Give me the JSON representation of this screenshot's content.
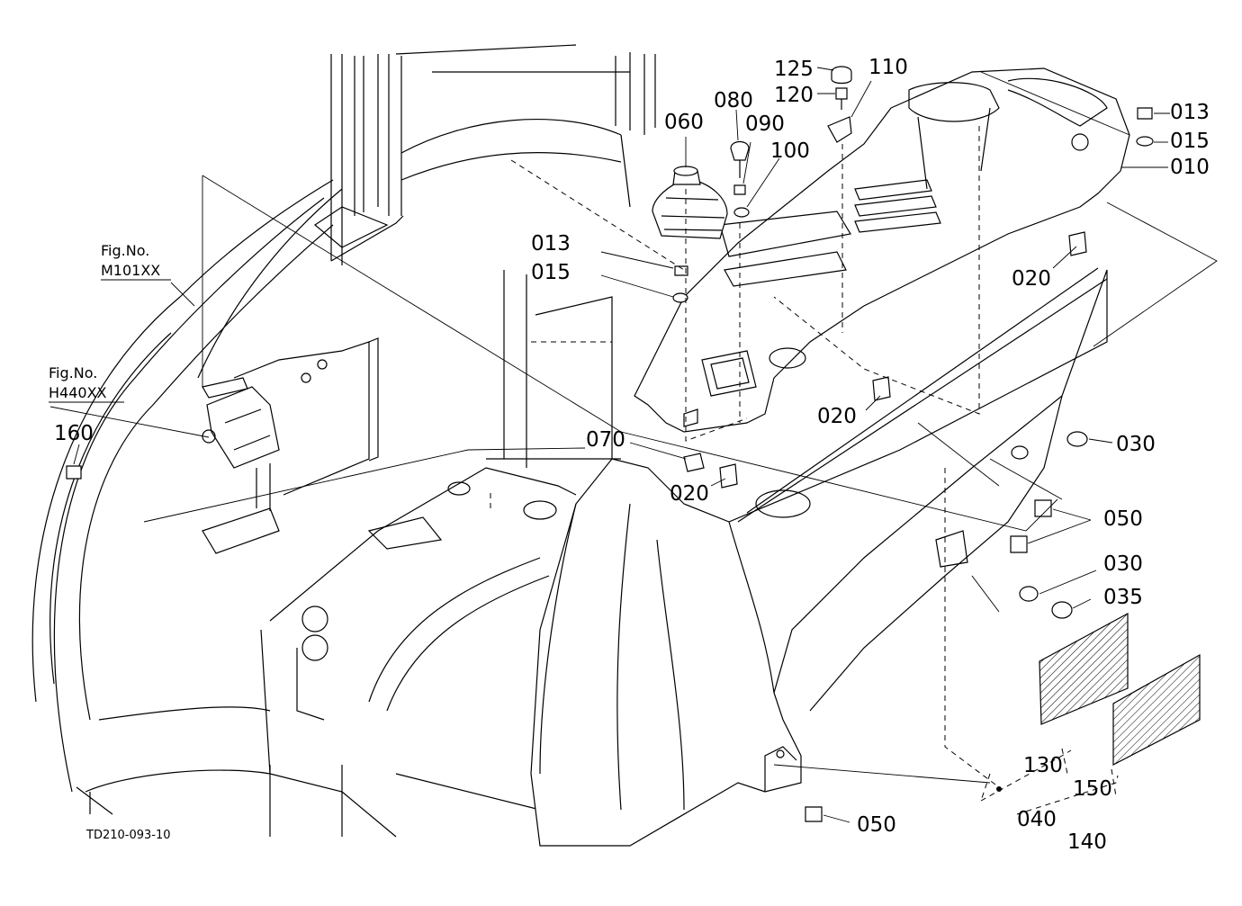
{
  "diagram_code": "TD210-093-10",
  "figure_refs": [
    {
      "id": "m101",
      "prefix": "Fig.No.",
      "code": "M101XX"
    },
    {
      "id": "h440",
      "prefix": "Fig.No.",
      "code": "H440XX"
    }
  ],
  "part_labels": {
    "p125": "125",
    "p120": "120",
    "p110": "110",
    "p080": "080",
    "p090": "090",
    "p060": "060",
    "p100": "100",
    "p013a": "013",
    "p015a": "015",
    "p010": "010",
    "p013b": "013",
    "p015b": "015",
    "p020a": "020",
    "p020b": "020",
    "p020c": "020",
    "p030a": "030",
    "p030b": "030",
    "p035": "035",
    "p050a": "050",
    "p050b": "050",
    "p070": "070",
    "p160": "160",
    "p130": "130",
    "p150": "150",
    "p040": "040",
    "p140": "140"
  }
}
